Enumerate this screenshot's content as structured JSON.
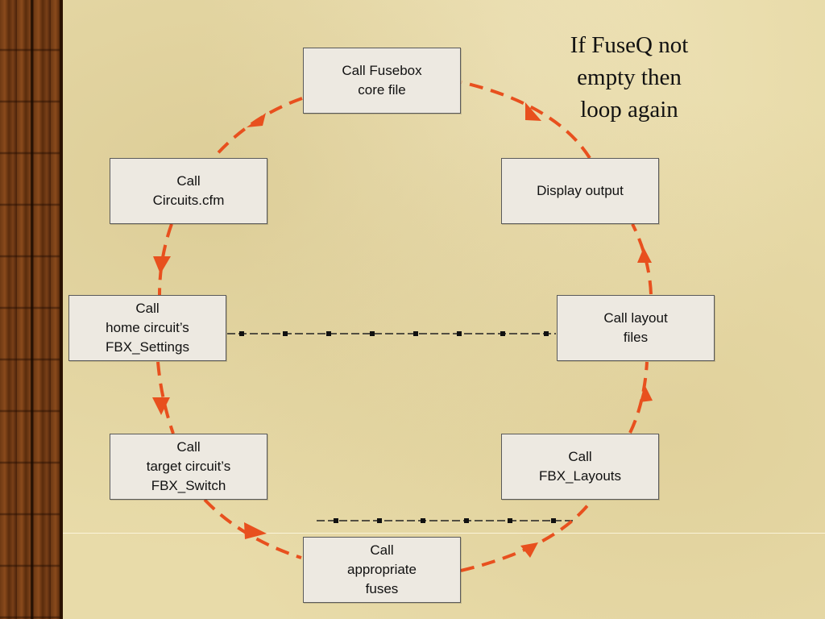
{
  "diagram": {
    "boxes": {
      "fusebox": "Call Fusebox\ncore file",
      "circuits": "Call\nCircuits.cfm",
      "home_circuit": "Call\nhome circuit’s\nFBX_Settings",
      "target_circuit": "Call\ntarget circuit’s\nFBX_Switch",
      "fuses": "Call\nappropriate\nfuses",
      "fbx_layouts": "Call\nFBX_Layouts",
      "layout_files": "Call layout\nfiles",
      "display_output": "Display output"
    },
    "note": "If FuseQ not\nempty then\nloop again"
  },
  "colors": {
    "arrow": "#e8501e",
    "background": "#e8dba9",
    "box_fill": "#ede9e1",
    "wood": "#6a3512"
  }
}
